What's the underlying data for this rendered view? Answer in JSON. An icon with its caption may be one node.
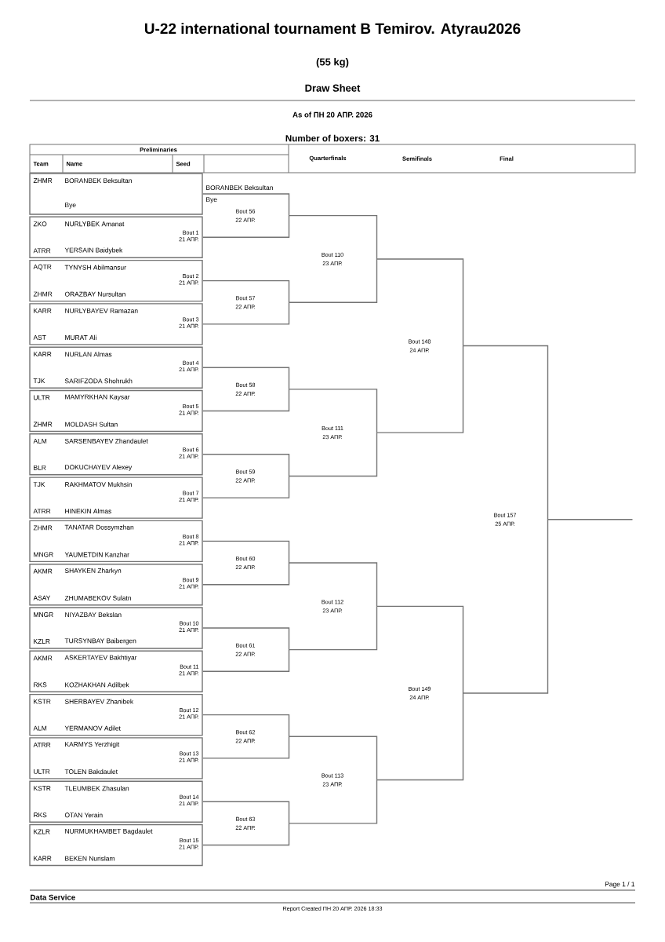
{
  "diagram": {
    "title": "U-22 international tournament B Temirov. Atyrau2026",
    "nodes": [
      {
        "text": [
          "ZHMR",
          "BORANBEK Beksultan",
          "Bye"
        ]
      },
      {
        "text": [
          "ZKO",
          "NURLYBEK Amanat",
          "Bout 1",
          "21 АПР.",
          "ATRR",
          "YERSAIN Baidybek"
        ]
      },
      {
        "text": [
          "AQTR",
          "TYNYSH Abilmansur",
          "Bout 2",
          "21 АПР.",
          "ZHMR",
          "ORAZBAY Nursultan"
        ]
      },
      {
        "text": [
          "KARR",
          "NURLYBAYEV Ramazan",
          "Bout 3",
          "21 АПР.",
          "AST",
          "MURAT Ali"
        ]
      },
      {
        "text": [
          "KARR",
          "NURLAN Almas",
          "Bout 4",
          "21 АПР.",
          "TJK",
          "SARIFZODA Shohrukh"
        ]
      },
      {
        "text": [
          "ULTR",
          "MAMYRKHAN Kaysar",
          "Bout 5",
          "21 АПР.",
          "ZHMR",
          "MOLDASH Sultan"
        ]
      },
      {
        "text": [
          "ALM",
          "SARSENBAYEV Zhandaulet",
          "Bout 6",
          "21 АПР.",
          "BLR",
          "DOKUCHAYEV Alexey"
        ]
      },
      {
        "text": [
          "TJK",
          "RAKHMATOV Mukhsin",
          "Bout 7",
          "21 АПР.",
          "ATRR",
          "HINEKIN Almas"
        ]
      },
      {
        "text": [
          "ZHMR",
          "TANATAR Dossymzhan",
          "Bout 8",
          "21 АПР.",
          "MNGR",
          "YAUMETDIN Kanzhar"
        ]
      },
      {
        "text": [
          "AKMR",
          "SHAYKEN Zharkyn",
          "Bout 9",
          "21 АПР.",
          "ASAY",
          "ZHUMABEKOV Sulatn"
        ]
      },
      {
        "text": [
          "MNGR",
          "NIYAZBAY Bekslan",
          "Bout 10",
          "21 АПР.",
          "KZLR",
          "TURSYNBAY Baibergen"
        ]
      },
      {
        "text": [
          "AKMR",
          "ASKERTAYEV Bakhtiyar",
          "Bout 11",
          "21 АПР.",
          "RKS",
          "KOZHAKHAN Adilbek"
        ]
      },
      {
        "text": [
          "KSTR",
          "SHERBAYEV Zhanibek",
          "Bout 12",
          "21 АПР.",
          "ALM",
          "YERMANOV Adilet"
        ]
      },
      {
        "text": [
          "ATRR",
          "KARMYS Yerzhigit",
          "Bout 13",
          "21 АПР.",
          "ULTR",
          "TOLEN Bakdaulet"
        ]
      },
      {
        "text": [
          "KSTR",
          "TLEUMBEK Zhasulan",
          "Bout 14",
          "21 АПР.",
          "RKS",
          "OTAN Yerain"
        ]
      },
      {
        "text": [
          "KZLR",
          "NURMUKHAMBET Bagdaulet",
          "Bout 15",
          "21 АПР.",
          "KARR",
          "BEKEN Nurislam"
        ]
      },
      {
        "text": [
          "Bout 56",
          "22 АПР."
        ]
      },
      {
        "text": [
          "Bout 57",
          "22 АПР."
        ]
      },
      {
        "text": [
          "Bout 58",
          "22 АПР."
        ]
      },
      {
        "text": [
          "Bout 59",
          "22 АПР."
        ]
      },
      {
        "text": [
          "Bout 60",
          "22 АПР."
        ]
      },
      {
        "text": [
          "Bout 61",
          "22 АПР."
        ]
      },
      {
        "text": [
          "Bout 62",
          "22 АПР."
        ]
      },
      {
        "text": [
          "Bout 63",
          "22 АПР."
        ]
      },
      {
        "text": [
          "Bout 110",
          "23 АПР."
        ]
      },
      {
        "text": [
          "Bout 111",
          "23 АПР."
        ]
      },
      {
        "text": [
          "Bout 112",
          "23 АПР."
        ]
      },
      {
        "text": [
          "Bout 113",
          "23 АПР."
        ]
      },
      {
        "text": [
          "Bout 148",
          "24 АПР."
        ]
      },
      {
        "text": [
          "Bout 149",
          "24 АПР."
        ]
      },
      {
        "text": [
          "Bout 157",
          "25 АПР."
        ]
      }
    ],
    "edges": [
      {
        "from": 0,
        "to": 16,
        "arrow": "none"
      },
      {
        "from": 1,
        "to": 16,
        "arrow": "none"
      },
      {
        "from": 2,
        "to": 17,
        "arrow": "none"
      },
      {
        "from": 3,
        "to": 17,
        "arrow": "none"
      },
      {
        "from": 4,
        "to": 18,
        "arrow": "none"
      },
      {
        "from": 5,
        "to": 18,
        "arrow": "none"
      },
      {
        "from": 6,
        "to": 19,
        "arrow": "none"
      },
      {
        "from": 7,
        "to": 19,
        "arrow": "none"
      },
      {
        "from": 8,
        "to": 20,
        "arrow": "none"
      },
      {
        "from": 9,
        "to": 20,
        "arrow": "none"
      },
      {
        "from": 10,
        "to": 21,
        "arrow": "none"
      },
      {
        "from": 11,
        "to": 21,
        "arrow": "none"
      },
      {
        "from": 12,
        "to": 22,
        "arrow": "none"
      },
      {
        "from": 13,
        "to": 22,
        "arrow": "none"
      },
      {
        "from": 14,
        "to": 23,
        "arrow": "none"
      },
      {
        "from": 15,
        "to": 23,
        "arrow": "none"
      },
      {
        "from": 16,
        "to": 24,
        "arrow": "none"
      },
      {
        "from": 17,
        "to": 24,
        "arrow": "none"
      },
      {
        "from": 18,
        "to": 25,
        "arrow": "none"
      },
      {
        "from": 19,
        "to": 25,
        "arrow": "none"
      },
      {
        "from": 20,
        "to": 26,
        "arrow": "none"
      },
      {
        "from": 21,
        "to": 26,
        "arrow": "none"
      },
      {
        "from": 22,
        "to": 27,
        "arrow": "none"
      },
      {
        "from": 23,
        "to": 27,
        "arrow": "none"
      },
      {
        "from": 24,
        "to": 28,
        "arrow": "none"
      },
      {
        "from": 25,
        "to": 28,
        "arrow": "none"
      },
      {
        "from": 26,
        "to": 29,
        "arrow": "none"
      },
      {
        "from": 27,
        "to": 29,
        "arrow": "none"
      },
      {
        "from": 28,
        "to": 30,
        "arrow": "none"
      },
      {
        "from": 29,
        "to": 30,
        "arrow": "none"
      },
      {
        "from": 30,
        "to": null,
        "arrow": "none"
      }
    ],
    "labels": [
      "(55 kg)",
      "Draw Sheet",
      "As of ПН 20 АПР. 2026",
      "Number of boxers: 31",
      "Preliminaries",
      "Team",
      "Name",
      "Seed",
      "Quarterfinals",
      "Semifinals",
      "Final",
      "BORANBEK Beksultan",
      "Bye",
      "Data Service",
      "Page 1 / 1",
      "Report Created ПН 20 АПР. 2026 18:33"
    ]
  }
}
